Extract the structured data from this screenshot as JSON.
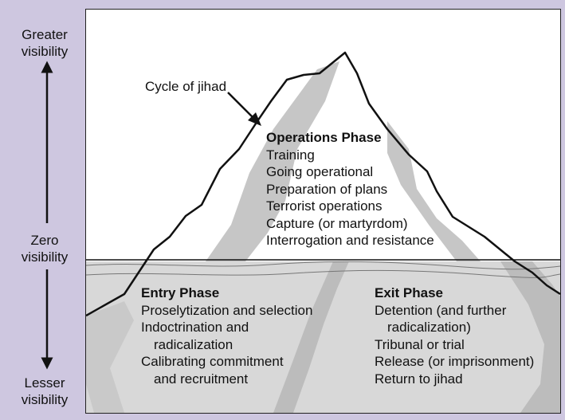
{
  "visibility_axis": {
    "top": [
      "Greater",
      "visibility"
    ],
    "middle": [
      "Zero",
      "visibility"
    ],
    "bottom": [
      "Lesser",
      "visibility"
    ]
  },
  "callout": "Cycle of jihad",
  "operations_phase": {
    "heading": "Operations Phase",
    "items": [
      "Training",
      "Going operational",
      "Preparation of plans",
      "Terrorist operations",
      "Capture (or martyrdom)",
      "Interrogation and resistance"
    ]
  },
  "entry_phase": {
    "heading": "Entry Phase",
    "items": [
      "Proselytization and selection",
      "Indoctrination and",
      "radicalization",
      "Calibrating commitment",
      "and recruitment"
    ]
  },
  "exit_phase": {
    "heading": "Exit Phase",
    "items": [
      "Detention (and further",
      "radicalization)",
      "Tribunal or trial",
      "Release (or imprisonment)",
      "Return to jihad"
    ]
  },
  "colors": {
    "background": "#cec7e0",
    "panel": "#ffffff",
    "water": "#d8d8d8",
    "iceberg_shade": "#c6c6c6",
    "line": "#111111"
  }
}
